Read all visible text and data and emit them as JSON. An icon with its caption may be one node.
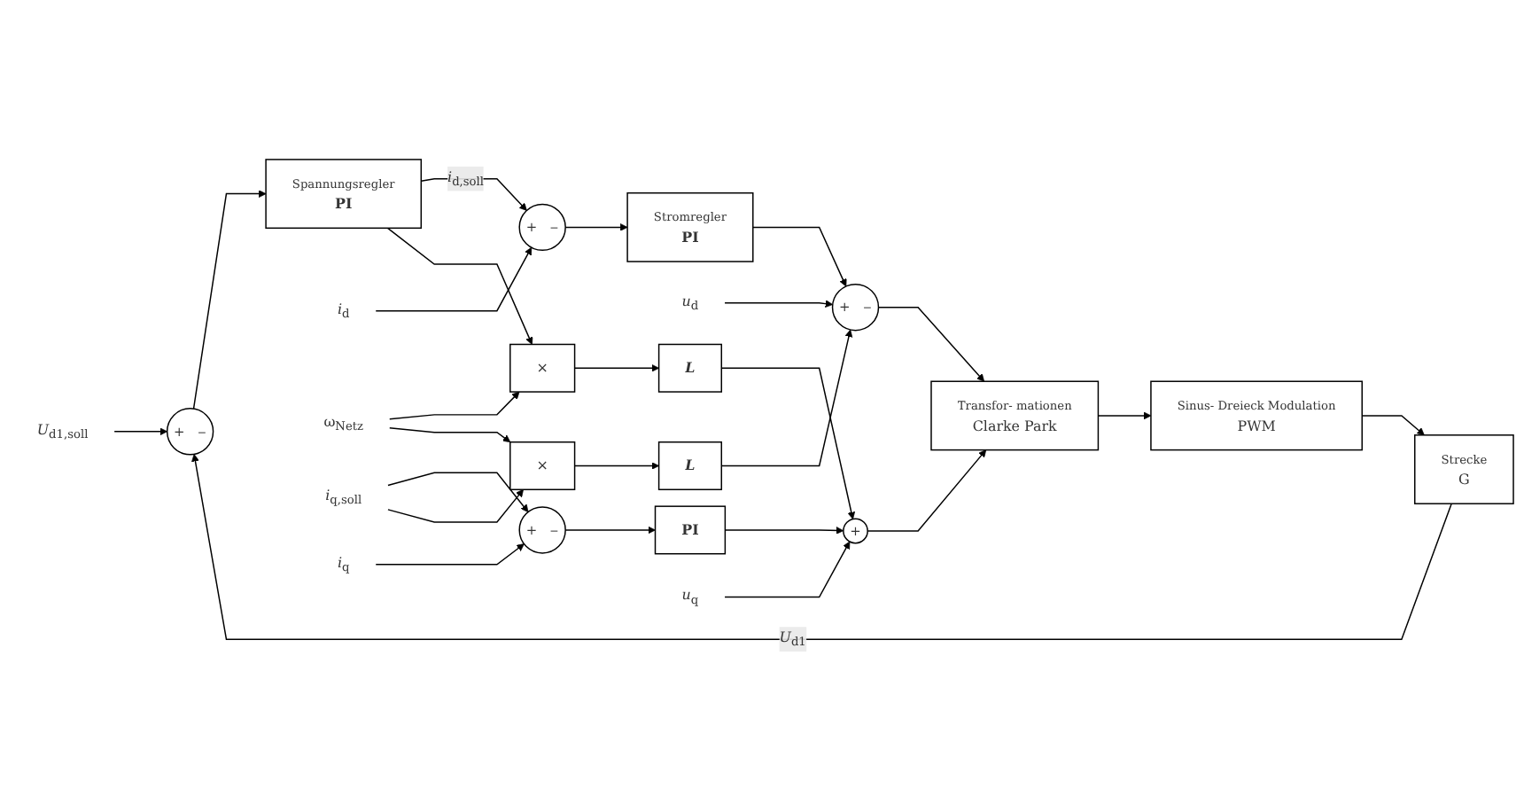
{
  "diagram": {
    "nodes": [
      {
        "text": [
          "*U*$_{d1,soll}$"
        ]
      },
      {
        "text": [
          "+",
          "−"
        ]
      },
      {
        "text": [
          "Spannungsregler",
          "PI"
        ]
      },
      {
        "text": [
          "+",
          "−"
        ]
      },
      {
        "text": [
          "*i*$_{d}$"
        ]
      },
      {
        "text": [
          "Stromregler",
          "PI"
        ]
      },
      {
        "text": [
          "*u*$_{d}$"
        ]
      },
      {
        "text": [
          "+",
          "−"
        ]
      },
      {
        "text": [
          "ω$_{Netz}$"
        ]
      },
      {
        "text": [
          "×"
        ]
      },
      {
        "text": [
          "L"
        ]
      },
      {
        "text": [
          "×"
        ]
      },
      {
        "text": [
          "L"
        ]
      },
      {
        "text": [
          "*i*$_{q,soll}$"
        ]
      },
      {
        "text": [
          "+",
          "−"
        ]
      },
      {
        "text": [
          "*i*$_{q}$"
        ]
      },
      {
        "text": [
          "PI"
        ]
      },
      {
        "text": [
          "+"
        ]
      },
      {
        "text": [
          "*u*$_{q}$"
        ]
      },
      {
        "text": [
          "Transfor- mationen",
          "Clarke Park"
        ]
      },
      {
        "text": [
          "Sinus- Dreieck Modulation",
          "PWM"
        ]
      },
      {
        "text": [
          "Strecke",
          "G"
        ]
      }
    ],
    "edges": [
      {
        "from": 0,
        "to": 1,
        "arrow": "to"
      },
      {
        "from": 1,
        "to": 2,
        "arrow": "to"
      },
      {
        "from": 2,
        "to": 3,
        "arrow": "to",
        "label": "*i*$_{d,soll}$"
      },
      {
        "from": 2,
        "to": 9,
        "arrow": "to"
      },
      {
        "from": 4,
        "to": 3,
        "arrow": "to"
      },
      {
        "from": 3,
        "to": 5,
        "arrow": "to"
      },
      {
        "from": 5,
        "to": 7,
        "arrow": "to"
      },
      {
        "from": 6,
        "to": 7,
        "arrow": "to"
      },
      {
        "from": 7,
        "to": 19,
        "arrow": "to"
      },
      {
        "from": 8,
        "to": 9,
        "arrow": "to"
      },
      {
        "from": 8,
        "to": 11,
        "arrow": "to"
      },
      {
        "from": 9,
        "to": 10,
        "arrow": "to"
      },
      {
        "from": 11,
        "to": 12,
        "arrow": "to"
      },
      {
        "from": 12,
        "to": 7,
        "arrow": "to"
      },
      {
        "from": 10,
        "to": 17,
        "arrow": "to"
      },
      {
        "from": 13,
        "to": 14,
        "arrow": "to"
      },
      {
        "from": 13,
        "to": 11,
        "arrow": "to"
      },
      {
        "from": 15,
        "to": 14,
        "arrow": "to"
      },
      {
        "from": 14,
        "to": 16,
        "arrow": "to"
      },
      {
        "from": 16,
        "to": 17,
        "arrow": "to"
      },
      {
        "from": 18,
        "to": 17,
        "arrow": "to"
      },
      {
        "from": 17,
        "to": 19,
        "arrow": "to"
      },
      {
        "from": 19,
        "to": 20,
        "arrow": "to"
      },
      {
        "from": 20,
        "to": 21,
        "arrow": "to"
      },
      {
        "from": 21,
        "to": 1,
        "arrow": "to",
        "label": "*U*$_{d1}$"
      }
    ]
  }
}
